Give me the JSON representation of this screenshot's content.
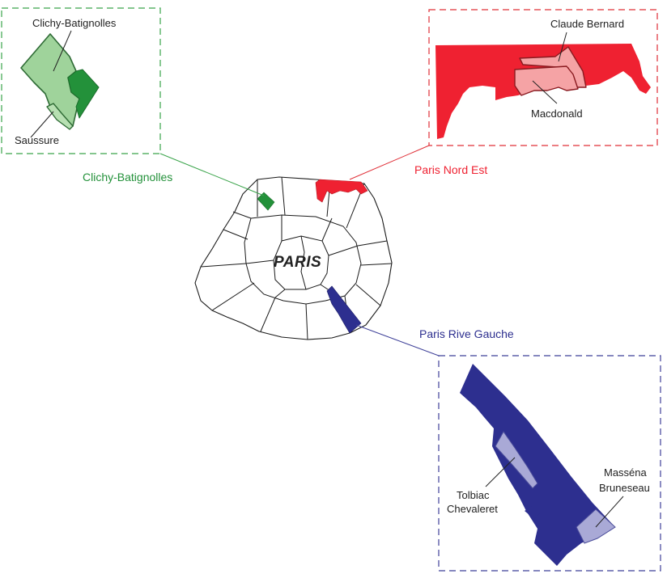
{
  "map_title": "PARIS",
  "colors": {
    "green_dark": "#23913a",
    "green_light": "#9fd39b",
    "red_dark": "#ef2131",
    "red_light": "#f5a3a5",
    "blue_dark": "#2d2f8f",
    "blue_light": "#a9a9d6",
    "green_frame": "#3aa44a",
    "red_frame": "#e03038",
    "blue_frame": "#3f4199"
  },
  "regions": {
    "clichy": {
      "name": "Clichy-Batignolles",
      "inset": {
        "title": "Clichy-Batignolles",
        "sub": "Saussure"
      }
    },
    "nord_est": {
      "name": "Paris Nord Est",
      "inset": {
        "sub1": "Claude Bernard",
        "sub2": "Macdonald"
      }
    },
    "rive_gauche": {
      "name": "Paris Rive Gauche",
      "inset": {
        "sub1_line1": "Tolbiac",
        "sub1_line2": "Chevaleret",
        "sub2_line1": "Masséna",
        "sub2_line2": "Bruneseau"
      }
    }
  }
}
